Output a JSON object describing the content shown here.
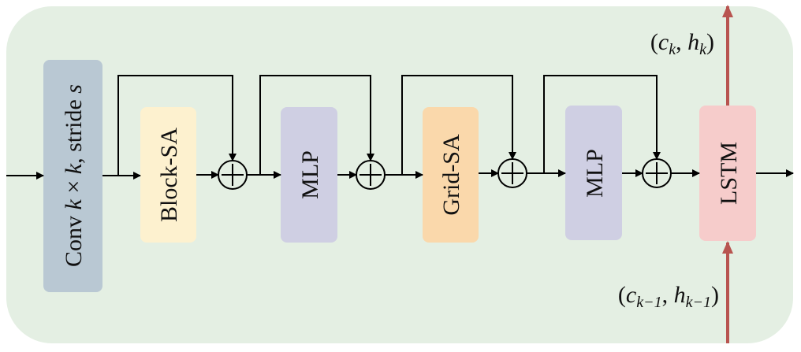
{
  "colors": {
    "background": "#e4efe3",
    "conv": "#b9c8d3",
    "block_sa": "#fdf1cf",
    "mlp": "#cfcfe3",
    "grid_sa": "#fad8ab",
    "lstm": "#f6cccb",
    "state_arrow": "#b85450"
  },
  "blocks": {
    "conv": {
      "pre": "Conv ",
      "k1": "k",
      "times": " × ",
      "k2": "k",
      "post": ",  stride ",
      "s": "s"
    },
    "block_sa": "Block-SA",
    "mlp1": "MLP",
    "grid_sa": "Grid-SA",
    "mlp2": "MLP",
    "lstm": "LSTM"
  },
  "states": {
    "output": {
      "open": "(",
      "c": "c",
      "sub": "k",
      "comma": ", ",
      "h": "h",
      "sub2": "k",
      "close": ")"
    },
    "input": {
      "open": "(",
      "c": "c",
      "sub": "k−1",
      "comma": ", ",
      "h": "h",
      "sub2": "k−1",
      "close": ")"
    }
  },
  "icons": {
    "add": "circle-plus-icon"
  }
}
